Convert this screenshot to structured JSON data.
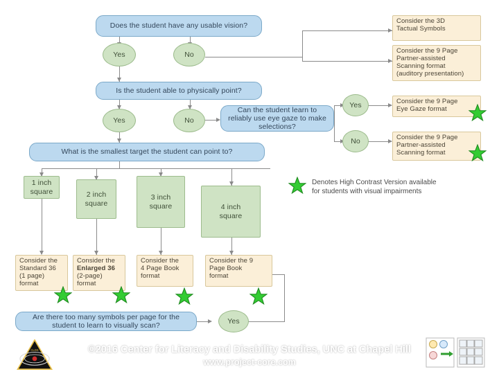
{
  "title": "Project Core AAC symbol selection flowchart",
  "questions": {
    "q1": "Does the student have any usable vision?",
    "q2": "Is the student able to physically point?",
    "q3": "Can the student learn to reliably use eye gaze to make selections?",
    "q4": "What is the smallest target the student can point to?",
    "q5": "Are there too many symbols per page for the student to learn to visually scan?"
  },
  "answers": {
    "q1_yes": "Yes",
    "q1_no": "No",
    "q2_yes": "Yes",
    "q2_no": "No",
    "q3_yes": "Yes",
    "q3_no": "No",
    "q5_yes": "Yes"
  },
  "targets": [
    {
      "line1": "1 inch",
      "line2": "square"
    },
    {
      "line1": "2 inch",
      "line2": "square"
    },
    {
      "line1": "3 inch",
      "line2": "square"
    },
    {
      "line1": "4 inch",
      "line2": "square"
    }
  ],
  "outcomes": {
    "tactual": [
      "Consider the 3D",
      "Tactual Symbols"
    ],
    "partner_9page_auditory": [
      "Consider the 9 Page",
      "Partner-assisted",
      "Scanning format",
      "(auditory presentation)"
    ],
    "eye_gaze_9page": [
      "Consider the 9 Page",
      "Eye Gaze format"
    ],
    "partner_9page": [
      "Consider the 9 Page",
      "Partner-assisted",
      "Scanning format"
    ],
    "standard36": [
      "Consider the",
      "Standard 36",
      "(1 page)",
      "format"
    ],
    "enlarged36": [
      "Consider the",
      "Enlarged 36",
      "(2-page)",
      "format"
    ],
    "book4page": [
      "Consider the",
      "4 Page Book",
      "format"
    ],
    "book9page": [
      "Consider the 9",
      "Page Book",
      "format"
    ]
  },
  "legend": {
    "line1": "Denotes High Contrast Version available",
    "line2": "for students with visual impairments"
  },
  "footer": {
    "copyright": "©2016 Center for Literacy and Disability Studies, UNC at Chapel Hill",
    "website": "www.project-core.com"
  },
  "colors": {
    "blue_fill": "#bcd9ef",
    "green_fill": "#cfe3c4",
    "tan_fill": "#fbefd8",
    "star": "#33cc33",
    "line": "#8a8a8a"
  }
}
